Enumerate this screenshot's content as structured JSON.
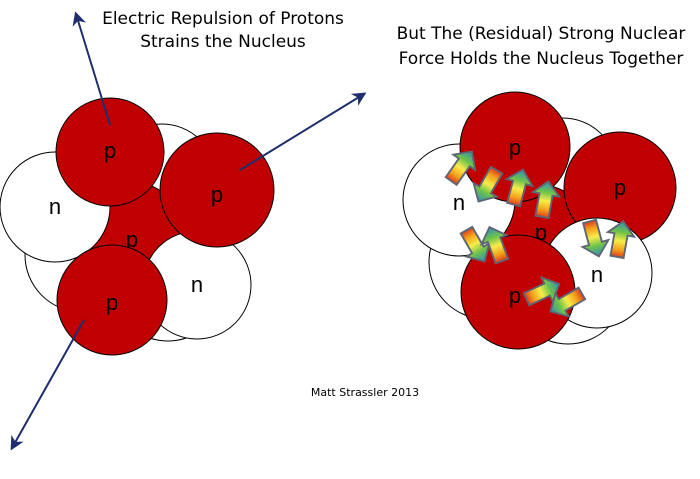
{
  "left_panel": {
    "title_line1": "Electric Repulsion of Protons",
    "title_line2": "Strains the Nucleus"
  },
  "right_panel": {
    "title_line1": "But The (Residual) Strong Nuclear",
    "title_line2": "Force Holds the Nucleus Together"
  },
  "labels": {
    "proton": "p",
    "neutron": "n"
  },
  "credit": "Matt Strassler 2013",
  "colors": {
    "proton": "#c00000",
    "neutron": "#ffffff",
    "outline": "#000000",
    "arrow": "#1f2e6e"
  }
}
